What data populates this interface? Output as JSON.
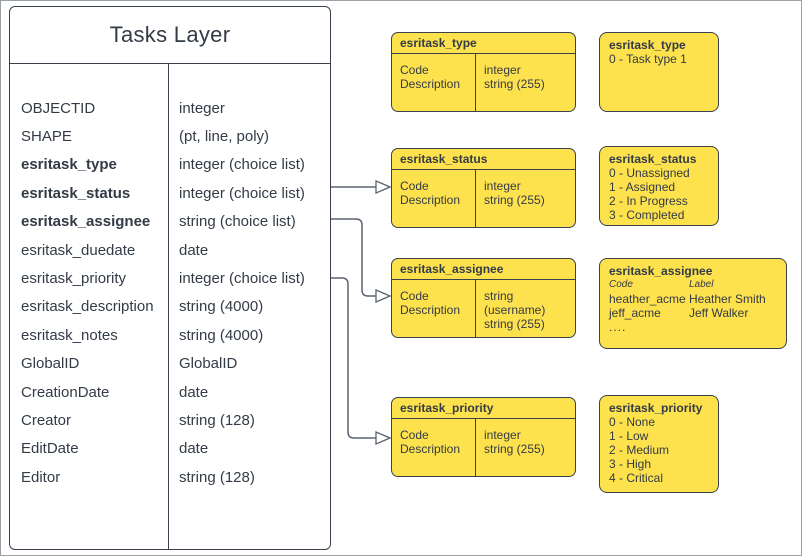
{
  "colors": {
    "fill": "#FDE14D",
    "border": "#3A414C",
    "text": "#333B46",
    "connector": "#5A6370"
  },
  "entity": {
    "title": "Tasks Layer",
    "fields": [
      {
        "name": "OBJECTID",
        "type": "integer",
        "bold": false
      },
      {
        "name": "SHAPE",
        "type": "(pt, line, poly)",
        "bold": false
      },
      {
        "name": "esritask_type",
        "type": "integer (choice list)",
        "bold": true
      },
      {
        "name": "esritask_status",
        "type": "integer (choice list)",
        "bold": true
      },
      {
        "name": "esritask_assignee",
        "type": "string (choice list)",
        "bold": true
      },
      {
        "name": "esritask_duedate",
        "type": "date",
        "bold": false
      },
      {
        "name": "esritask_priority",
        "type": "integer (choice list)",
        "bold": false
      },
      {
        "name": "esritask_description",
        "type": "string (4000)",
        "bold": false
      },
      {
        "name": "esritask_notes",
        "type": "string (4000)",
        "bold": false
      },
      {
        "name": "GlobalID",
        "type": "GlobalID",
        "bold": false
      },
      {
        "name": "CreationDate",
        "type": "date",
        "bold": false
      },
      {
        "name": "Creator",
        "type": "string (128)",
        "bold": false
      },
      {
        "name": "EditDate",
        "type": "date",
        "bold": false
      },
      {
        "name": "Editor",
        "type": "string (128)",
        "bold": false
      }
    ]
  },
  "code_tables": [
    {
      "name": "esritask_type",
      "rows": [
        {
          "field": "Code",
          "type": "integer"
        },
        {
          "field": "Description",
          "type": "string (255)"
        }
      ]
    },
    {
      "name": "esritask_status",
      "rows": [
        {
          "field": "Code",
          "type": "integer"
        },
        {
          "field": "Description",
          "type": "string (255)"
        }
      ]
    },
    {
      "name": "esritask_assignee",
      "rows": [
        {
          "field": "Code",
          "type": "string (username)"
        },
        {
          "field": "Description",
          "type": "string (255)"
        }
      ]
    },
    {
      "name": "esritask_priority",
      "rows": [
        {
          "field": "Code",
          "type": "integer"
        },
        {
          "field": "Description",
          "type": "string (255)"
        }
      ]
    }
  ],
  "value_lists": [
    {
      "name": "esritask_type",
      "values": [
        "0 - Task type 1"
      ]
    },
    {
      "name": "esritask_status",
      "values": [
        "0 - Unassigned",
        "1 - Assigned",
        "2 - In Progress",
        "3 - Completed"
      ]
    },
    {
      "name": "esritask_assignee",
      "columns": [
        "Code",
        "Label"
      ],
      "rows": [
        [
          "heather_acme",
          "Heather Smith"
        ],
        [
          "jeff_acme",
          "Jeff Walker"
        ]
      ],
      "more": "...."
    },
    {
      "name": "esritask_priority",
      "values": [
        "0 - None",
        "1 - Low",
        "2 - Medium",
        "3 - High",
        "4 - Critical"
      ]
    }
  ]
}
